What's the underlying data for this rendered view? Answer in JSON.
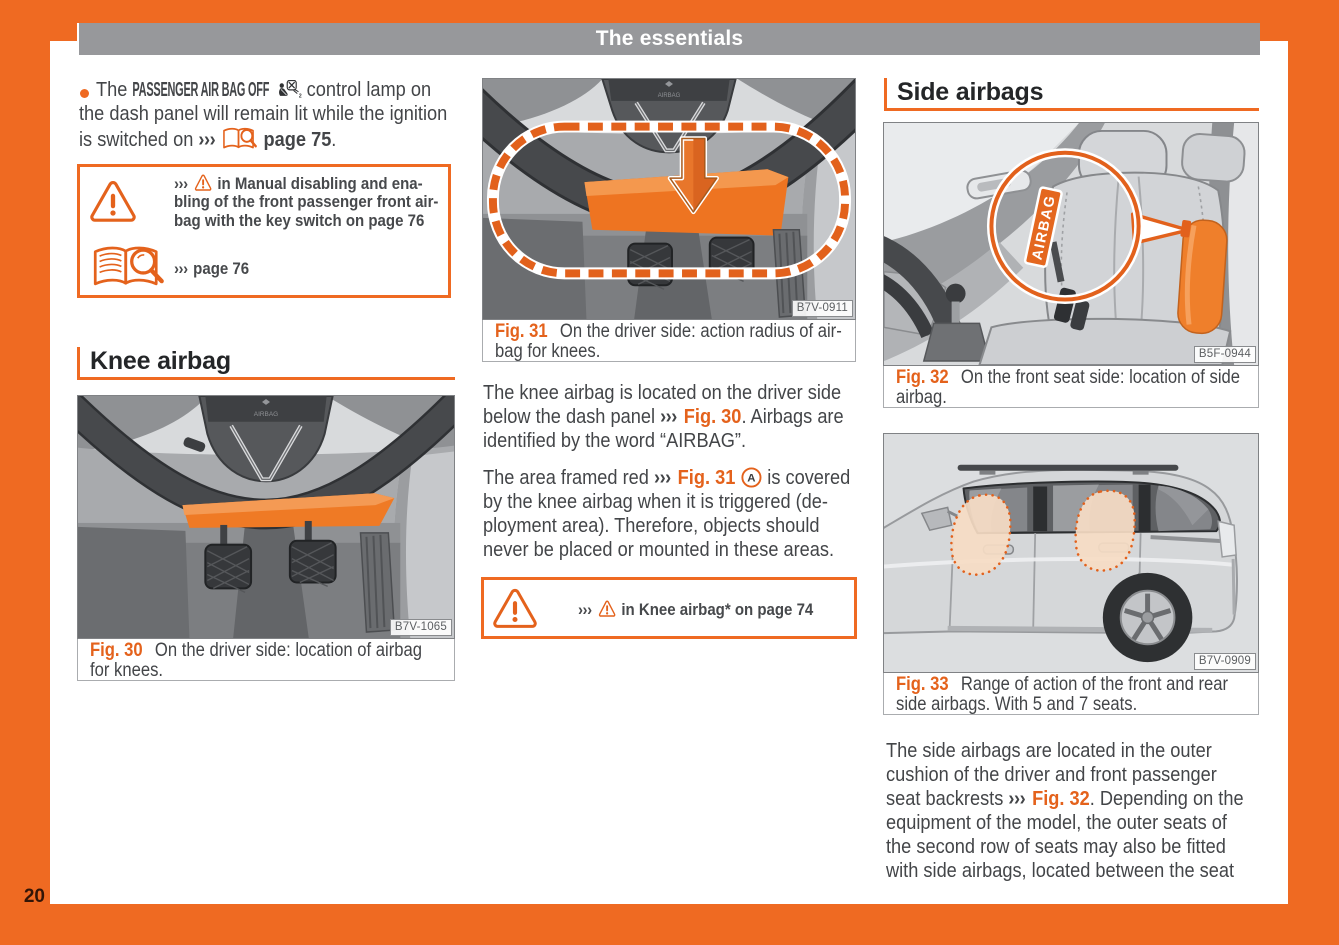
{
  "colors": {
    "orange_frame": "#EF6A22",
    "orange_accent": "#E4621C",
    "gray_header": "#97989B",
    "ink": "#434548",
    "peach_zone": "#F6DCC4"
  },
  "header": {
    "title": "The essentials"
  },
  "page_number": "20",
  "col1": {
    "bullet_para": {
      "lines": [
        [
          {
            "t": "The ",
            "s": "n"
          },
          {
            "t": "PASSENGER AIR BAG OFF",
            "s": "bc",
            "cx": 0.6
          },
          {
            "t": " ",
            "s": "n"
          },
          {
            "icon": "passenger-airbag-off-icon",
            "cls": "ic-airbagoff"
          },
          {
            "t": " control lamp on",
            "s": "n"
          }
        ],
        [
          {
            "t": "the dash panel will remain lit while the ignition",
            "s": "n"
          }
        ],
        [
          {
            "t": "is switched on ",
            "s": "n"
          },
          {
            "t": "›››",
            "s": "arr"
          },
          {
            "t": " ",
            "s": "n"
          },
          {
            "icon": "book-search-small-icon",
            "cls": "ic-book-sm"
          },
          {
            "t": " ",
            "s": "n"
          },
          {
            "t": "page 75",
            "s": "b"
          },
          {
            "t": ".",
            "s": "n"
          }
        ]
      ]
    },
    "warning_box": {
      "rows": [
        {
          "icon": "warning-triangle-icon",
          "lines": [
            [
              {
                "t": "››› ",
                "s": "arr"
              },
              {
                "icon": "warning-small-icon",
                "cls": "ic-warn-sm"
              },
              {
                "t": " in Manual disabling and ena-",
                "s": "n"
              }
            ],
            [
              {
                "t": "bling of the front passenger front air-",
                "s": "n"
              }
            ],
            [
              {
                "t": "bag with the key switch on page 76",
                "s": "n"
              }
            ]
          ]
        },
        {
          "icon": "book-search-icon",
          "lines": [
            [
              {
                "t": "››› ",
                "s": "arr"
              },
              {
                "t": "page 76",
                "s": "n"
              }
            ]
          ]
        }
      ]
    },
    "heading": "Knee airbag",
    "figure30": {
      "label": "Fig. 30",
      "caption_lines": [
        "On the driver side: location of airbag",
        "for knees."
      ],
      "tag": "B7V-1065",
      "hub_label": "AIRBAG"
    }
  },
  "col2": {
    "figure31": {
      "label": "Fig. 31",
      "caption_lines": [
        "On the driver side: action radius of air-",
        "bag for knees."
      ],
      "tag": "B7V-0911",
      "hub_label": "AIRBAG"
    },
    "para1": {
      "lines": [
        [
          {
            "t": "The knee airbag is located on the driver side",
            "s": "n"
          }
        ],
        [
          {
            "t": "below the dash panel ",
            "s": "n"
          },
          {
            "t": "›››",
            "s": "arr"
          },
          {
            "t": " ",
            "s": "n"
          },
          {
            "t": "Fig. 30",
            "s": "o"
          },
          {
            "t": ". Airbags are",
            "s": "n"
          }
        ],
        [
          {
            "t": "identified by the word “AIRBAG”.",
            "s": "n"
          }
        ]
      ]
    },
    "para2": {
      "lines": [
        [
          {
            "t": "The area framed red ",
            "s": "n"
          },
          {
            "t": "›››",
            "s": "arr"
          },
          {
            "t": " ",
            "s": "n"
          },
          {
            "t": "Fig. 31",
            "s": "o"
          },
          {
            "t": " ",
            "s": "n"
          },
          {
            "icon": "circle-a-icon",
            "cls": "ic-circle-a"
          },
          {
            "t": " is covered",
            "s": "n"
          }
        ],
        [
          {
            "t": "by the knee airbag when it is triggered (de-",
            "s": "n"
          }
        ],
        [
          {
            "t": "ployment area). Therefore, objects should",
            "s": "n"
          }
        ],
        [
          {
            "t": "never be placed or mounted in these areas.",
            "s": "n"
          }
        ]
      ]
    },
    "warning_box": {
      "icon": "warning-triangle-icon",
      "lines": [
        [
          {
            "t": "››› ",
            "s": "arr"
          },
          {
            "icon": "warning-small-icon",
            "cls": "ic-warn-sm"
          },
          {
            "t": " in Knee airbag* on page 74",
            "s": "n"
          }
        ]
      ]
    }
  },
  "col3": {
    "heading": "Side airbags",
    "figure32": {
      "label": "Fig. 32",
      "caption_lines": [
        "On the front seat side: location of side",
        "airbag."
      ],
      "tag": "B5F-0944",
      "airbag_label": "AIRBAG"
    },
    "figure33": {
      "label": "Fig. 33",
      "caption_lines": [
        "Range of action of the front and rear",
        "side airbags. With 5 and 7 seats."
      ],
      "tag": "B7V-0909"
    },
    "para": {
      "lines": [
        [
          {
            "t": "The side airbags are located in the outer",
            "s": "n"
          }
        ],
        [
          {
            "t": "cushion of the driver and front passenger",
            "s": "n"
          }
        ],
        [
          {
            "t": "seat backrests ",
            "s": "n"
          },
          {
            "t": "›››",
            "s": "arr"
          },
          {
            "t": " ",
            "s": "n"
          },
          {
            "t": "Fig. 32",
            "s": "o"
          },
          {
            "t": ". Depending on the",
            "s": "n"
          }
        ],
        [
          {
            "t": "equipment of the model, the outer seats of",
            "s": "n"
          }
        ],
        [
          {
            "t": "the second row of seats may also be fitted",
            "s": "n"
          }
        ],
        [
          {
            "t": "with side airbags, located between the seat",
            "s": "n"
          }
        ]
      ]
    }
  }
}
